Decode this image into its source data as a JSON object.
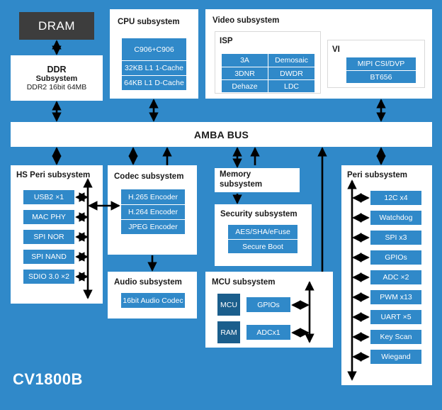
{
  "chip_title": "CV1800B",
  "colors": {
    "background": "#3089c9",
    "block_fill": "#ffffff",
    "chip_fill": "#3089c9",
    "chip_dark_fill": "#1b5e8c",
    "dram_fill": "#3d3d3d",
    "text_dark": "#1a1a1a",
    "text_light": "#ffffff",
    "arrow": "#000000"
  },
  "dram": {
    "label": "DRAM"
  },
  "ddr": {
    "line1": "DDR",
    "line2": "Subsystem",
    "line3": "DDR2 16bit 64MB"
  },
  "cpu": {
    "title": "CPU subsystem",
    "items": [
      "C906+C906",
      "32KB L1 1-Cache",
      "64KB L1 D-Cache"
    ]
  },
  "video": {
    "title": "Video subsystem",
    "isp": {
      "title": "ISP",
      "left_items": [
        "3A",
        "3DNR",
        "Dehaze"
      ],
      "right_items": [
        "Demosaic",
        "DWDR",
        "LDC"
      ]
    },
    "vi": {
      "title": "VI",
      "items": [
        "MIPI CSI/DVP",
        "BT656"
      ]
    }
  },
  "bus": {
    "label": "AMBA BUS"
  },
  "hs_peri": {
    "title": "HS Peri subsystem",
    "items": [
      "USB2 ×1",
      "MAC PHY",
      "SPI NOR",
      "SPI NAND",
      "SDIO 3.0 ×2"
    ]
  },
  "codec": {
    "title": "Codec subsystem",
    "items": [
      "H.265 Encoder",
      "H.264 Encoder",
      "JPEG Encoder"
    ]
  },
  "memory": {
    "title": "Memory\nsubsystem"
  },
  "security": {
    "title": "Security subsystem",
    "items": [
      "AES/SHA/eFuse",
      "Secure Boot"
    ]
  },
  "audio": {
    "title": "Audio subsystem",
    "items": [
      "16bit Audio Codec"
    ]
  },
  "mcu": {
    "title": "MCU subsystem",
    "cores": [
      "MCU",
      "RAM"
    ],
    "items": [
      "GPIOs",
      "ADCx1"
    ]
  },
  "peri": {
    "title": "Peri subsystem",
    "items": [
      "12C x4",
      "Watchdog",
      "SPI x3",
      "GPIOs",
      "ADC ×2",
      "PWM x13",
      "UART ×5",
      "Key Scan",
      "Wiegand"
    ]
  }
}
